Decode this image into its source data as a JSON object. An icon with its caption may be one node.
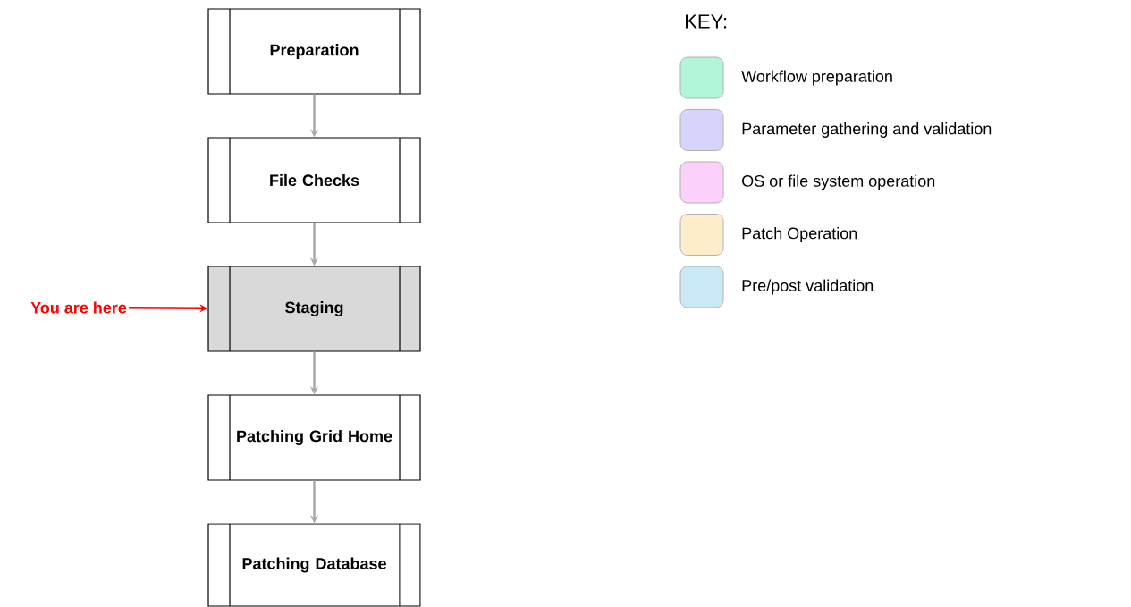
{
  "diagram": {
    "nodes": [
      {
        "text": [
          "Preparation"
        ]
      },
      {
        "text": [
          "File Checks"
        ]
      },
      {
        "text": [
          "You are here"
        ]
      },
      {
        "text": [
          "Staging"
        ]
      },
      {
        "text": [
          "Patching Grid Home"
        ]
      },
      {
        "text": [
          "Patching Database"
        ]
      }
    ],
    "edges": [
      {
        "from": 0,
        "to": 1,
        "arrow": "to"
      },
      {
        "from": 1,
        "to": 3,
        "arrow": "to"
      },
      {
        "from": 3,
        "to": 4,
        "arrow": "to"
      },
      {
        "from": 4,
        "to": 5,
        "arrow": "to"
      },
      {
        "from": 2,
        "to": 3,
        "arrow": "to",
        "color": "#ff0000"
      }
    ],
    "labels": [
      "KEY:"
    ],
    "legend": [
      {
        "text": "Workflow preparation",
        "color": "#b3f5d8"
      },
      {
        "text": "Parameter gathering and validation",
        "color": "#d6d4fb"
      },
      {
        "text": "OS or file system operation",
        "color": "#fbd0fb"
      },
      {
        "text": "Patch Operation",
        "color": "#fdedcb"
      },
      {
        "text": "Pre/post validation",
        "color": "#c9e8f8"
      }
    ]
  }
}
